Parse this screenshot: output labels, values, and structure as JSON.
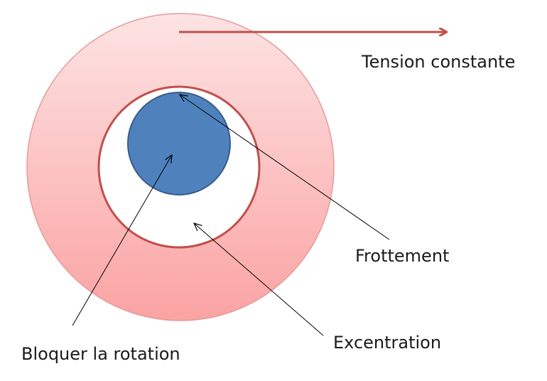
{
  "labels": {
    "tension": "Tension constante",
    "frottement": "Frottement",
    "excentration": "Excentration",
    "bloquer": "Bloquer la rotation"
  },
  "colors": {
    "outer_ring_top": "#fde3e3",
    "outer_ring_bottom": "#fba3a3",
    "outer_ring_stroke": "#e59a9a",
    "bore_fill": "#ffffff",
    "bore_stroke": "#c0504d",
    "shaft_fill": "#4f81bd",
    "shaft_stroke": "#385d8a",
    "tension_arrow": "#c0504d",
    "pointer_lines": "#000000"
  }
}
